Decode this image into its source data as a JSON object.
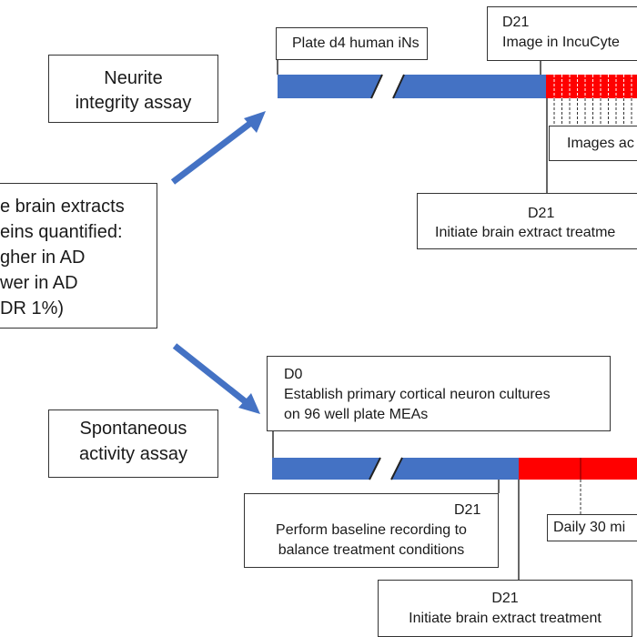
{
  "colors": {
    "baseline": "#4472c4",
    "treatment": "#ff0000",
    "arrow": "#4472c4"
  },
  "left_box": {
    "lines": [
      "e brain extracts",
      "eins quantified:",
      "gher in AD",
      "wer in AD",
      "DR 1%)"
    ]
  },
  "neurite": {
    "label": [
      "Neurite",
      "integrity assay"
    ],
    "plate_label": "Plate d4 human iNs",
    "d21_image": {
      "day": "D21",
      "text": "Image in IncuCyte"
    },
    "images_label": "Images ac",
    "d21_treat": {
      "day": "D21",
      "text": "Initiate brain extract treatme"
    }
  },
  "spontaneous": {
    "label": [
      "Spontaneous",
      "activity assay"
    ],
    "d0": {
      "day": "D0",
      "lines": [
        "Establish primary cortical neuron cultures",
        "on 96 well plate MEAs"
      ]
    },
    "d21_baseline": {
      "day": "D21",
      "lines": [
        "Perform baseline recording to",
        "balance treatment conditions"
      ]
    },
    "daily_label": "Daily 30 mi",
    "d21_treat": {
      "day": "D21",
      "text": "Initiate brain extract treatment"
    }
  }
}
